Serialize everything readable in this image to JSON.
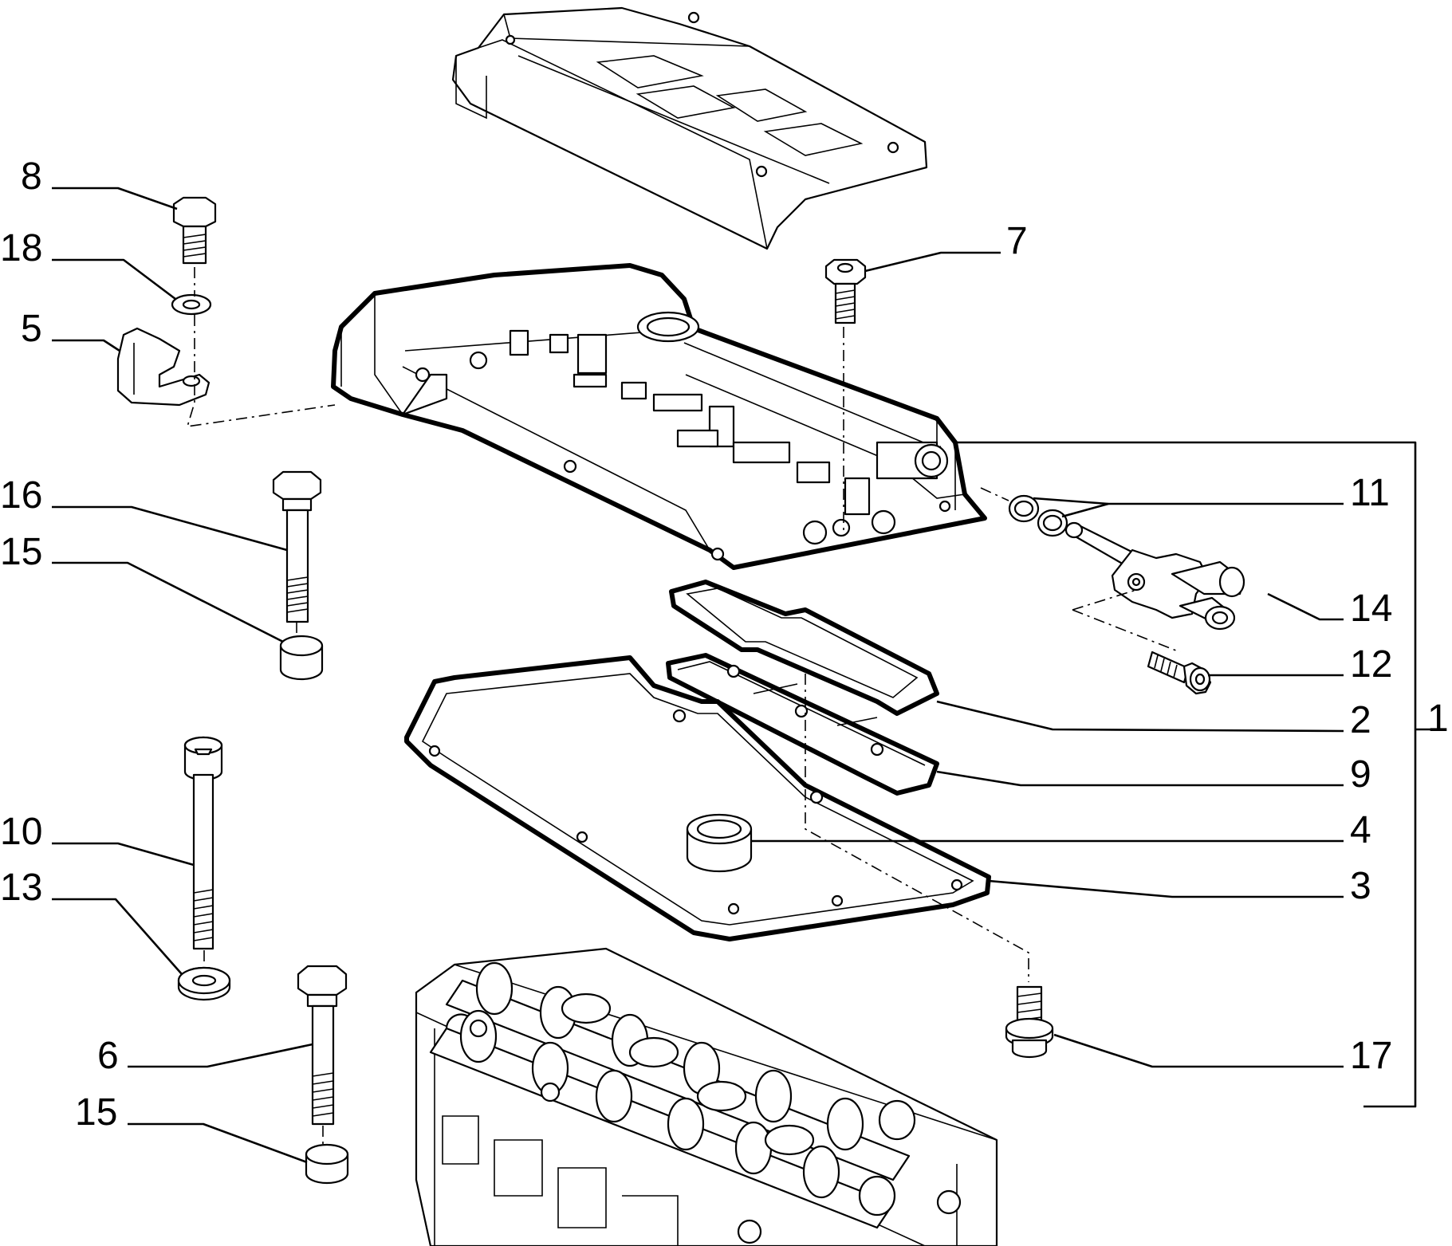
{
  "colors": {
    "line": "#000000",
    "background": "#ffffff"
  },
  "callouts": [
    {
      "id": "c8",
      "label": "8"
    },
    {
      "id": "c18",
      "label": "18"
    },
    {
      "id": "c5",
      "label": "5"
    },
    {
      "id": "c16",
      "label": "16"
    },
    {
      "id": "c15a",
      "label": "15"
    },
    {
      "id": "c10",
      "label": "10"
    },
    {
      "id": "c13",
      "label": "13"
    },
    {
      "id": "c6",
      "label": "6"
    },
    {
      "id": "c15b",
      "label": "15"
    },
    {
      "id": "c7",
      "label": "7"
    },
    {
      "id": "c11",
      "label": "11"
    },
    {
      "id": "c14",
      "label": "14"
    },
    {
      "id": "c12",
      "label": "12"
    },
    {
      "id": "c2",
      "label": "2"
    },
    {
      "id": "c9",
      "label": "9"
    },
    {
      "id": "c4",
      "label": "4"
    },
    {
      "id": "c3",
      "label": "3"
    },
    {
      "id": "c17",
      "label": "17"
    },
    {
      "id": "c1",
      "label": "1"
    }
  ]
}
